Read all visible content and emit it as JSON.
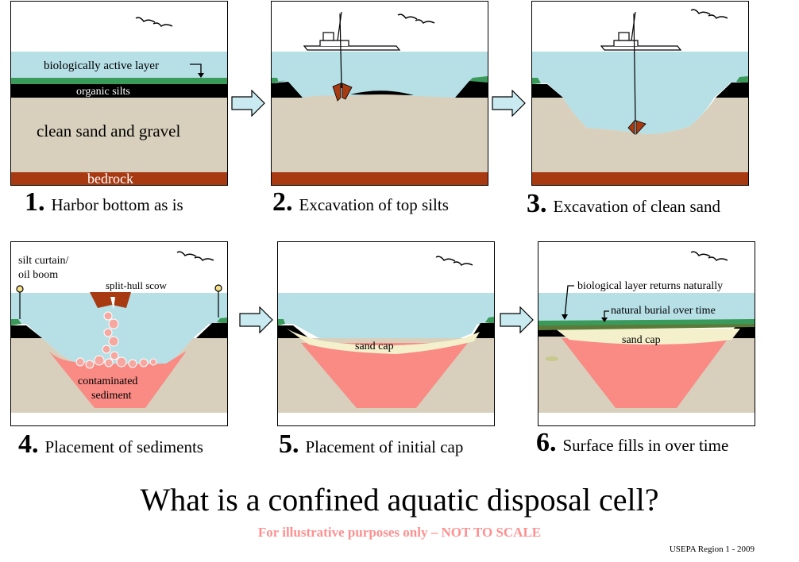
{
  "panels": [
    {
      "number": "1.",
      "caption": "Harbor bottom as is",
      "labels": {
        "active": "biologically active layer",
        "silts": "organic silts",
        "sand": "clean sand and gravel",
        "bedrock": "bedrock"
      }
    },
    {
      "number": "2.",
      "caption": "Excavation of top silts"
    },
    {
      "number": "3.",
      "caption": "Excavation of clean sand"
    },
    {
      "number": "4.",
      "caption": "Placement of sediments",
      "labels": {
        "curtain1": "silt curtain/",
        "curtain2": "oil boom",
        "scow": "split-hull scow",
        "contam1": "contaminated",
        "contam2": "sediment"
      }
    },
    {
      "number": "5.",
      "caption": "Placement of initial cap",
      "labels": {
        "cap": "sand cap"
      }
    },
    {
      "number": "6.",
      "caption": "Surface fills in over time",
      "labels": {
        "bio": "biological layer returns naturally",
        "burial": "natural burial over time",
        "cap": "sand cap"
      }
    }
  ],
  "title": "What is a confined aquatic disposal cell?",
  "subtitle": "For illustrative purposes only – NOT TO SCALE",
  "credit": "USEPA Region 1 -  2009",
  "colors": {
    "water": "#b6dfe6",
    "sand": "#d8d0bc",
    "bedrock": "#a83a12",
    "silt": "#000000",
    "bio": "#3a9a5a",
    "contam": "#f98a84",
    "cap": "#f5f0cc",
    "dredge": "#a83a12",
    "text_subtitle": "#ff8f8f"
  },
  "icons": [
    "bird-icon",
    "dredge-boat-icon",
    "clamshell-bucket-icon",
    "scow-icon",
    "buoy-icon",
    "right-arrow-icon"
  ]
}
